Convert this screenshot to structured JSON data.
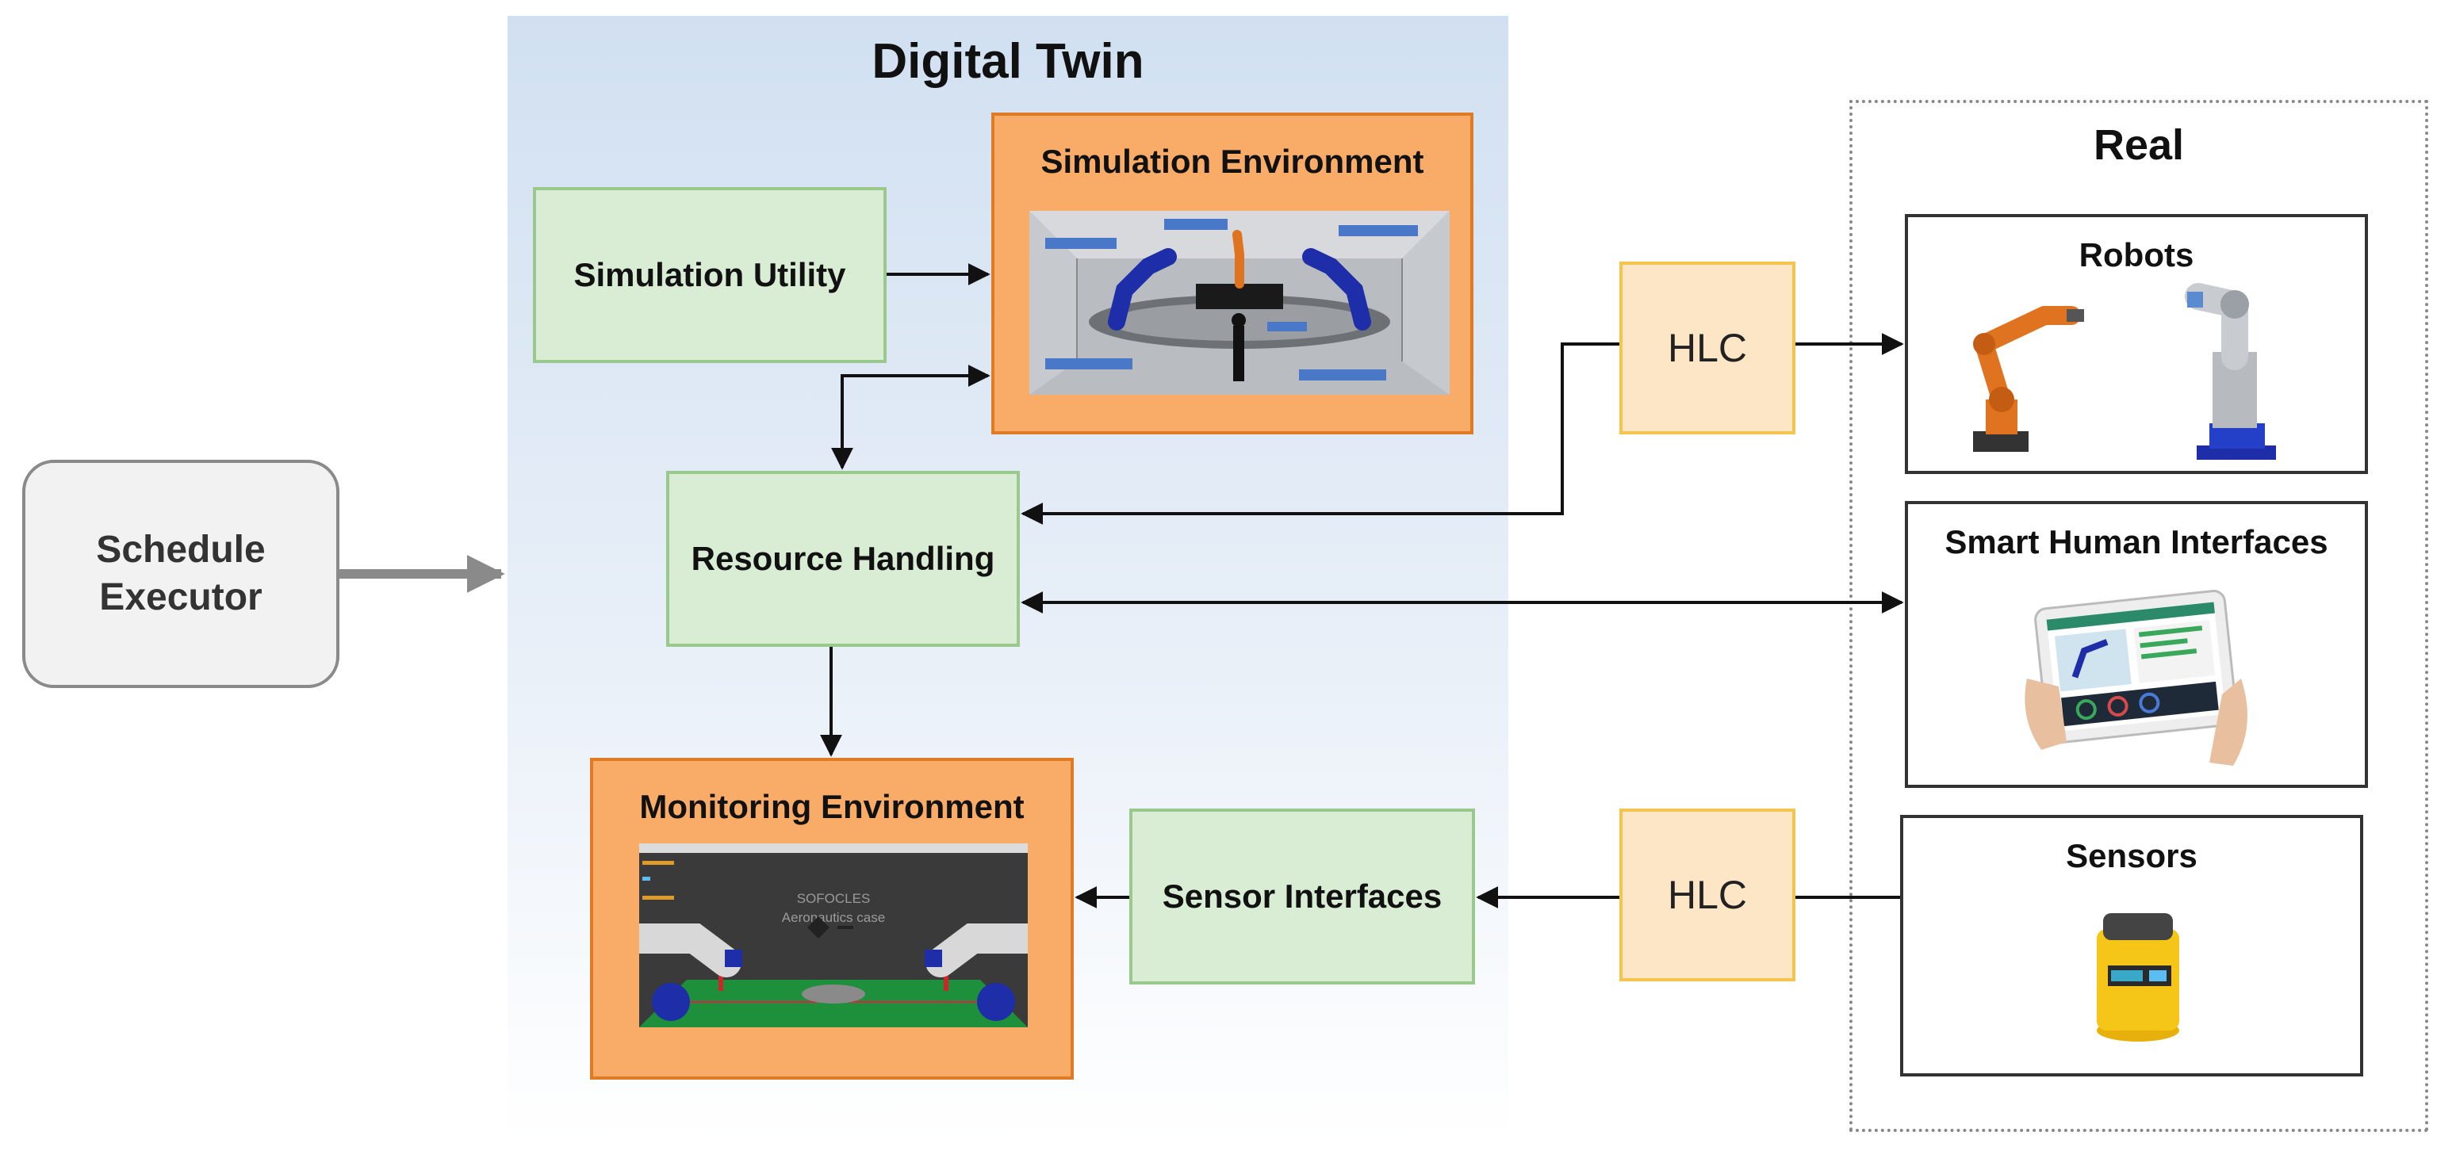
{
  "schedule_executor": {
    "line1": "Schedule",
    "line2": "Executor"
  },
  "digital_twin": {
    "title": "Digital Twin",
    "simulation_environment": "Simulation Environment",
    "simulation_utility": "Simulation Utility",
    "resource_handling": "Resource Handling",
    "monitoring_environment": "Monitoring Environment",
    "sensor_interfaces": "Sensor Interfaces"
  },
  "hlc": {
    "top": "HLC",
    "bottom": "HLC"
  },
  "real": {
    "title": "Real",
    "robots": "Robots",
    "smart_human_interfaces": "Smart Human Interfaces",
    "sensors": "Sensors"
  },
  "monitor_screen": {
    "line1": "SOFOCLES",
    "line2": "Aeronautics case"
  },
  "colors": {
    "green_fill": "#d9ecd4",
    "green_border": "#9ac98e",
    "orange_fill": "#f9ac68",
    "orange_border": "#e07a24",
    "hlc_fill": "#fde6c5",
    "hlc_border": "#f4c54e",
    "digital_twin_bg": "#d1e0f1"
  }
}
